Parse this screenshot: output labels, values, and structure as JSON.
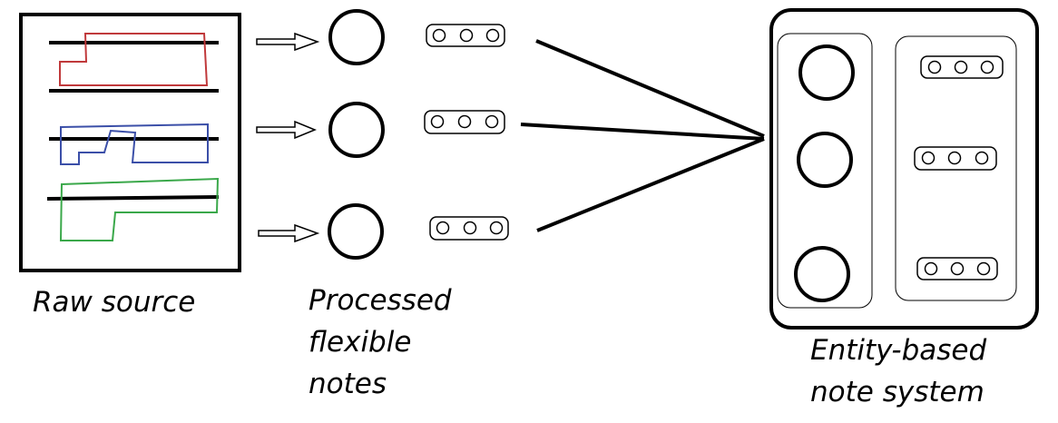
{
  "labels": {
    "raw_source": "Raw source",
    "processed_lines": [
      "Processed",
      "flexible",
      "notes"
    ],
    "entity_lines": [
      "Entity-based",
      "note system"
    ]
  },
  "colors": {
    "stroke": "#000000",
    "background": "#ffffff",
    "region_1": "#c0393b",
    "region_2": "#3b4fa8",
    "region_3": "#3aa84a"
  },
  "icons": {
    "arrow": "hollow-right-arrow-icon",
    "note_circle": "circle-icon",
    "note_pill": "three-dot-pill-icon"
  }
}
